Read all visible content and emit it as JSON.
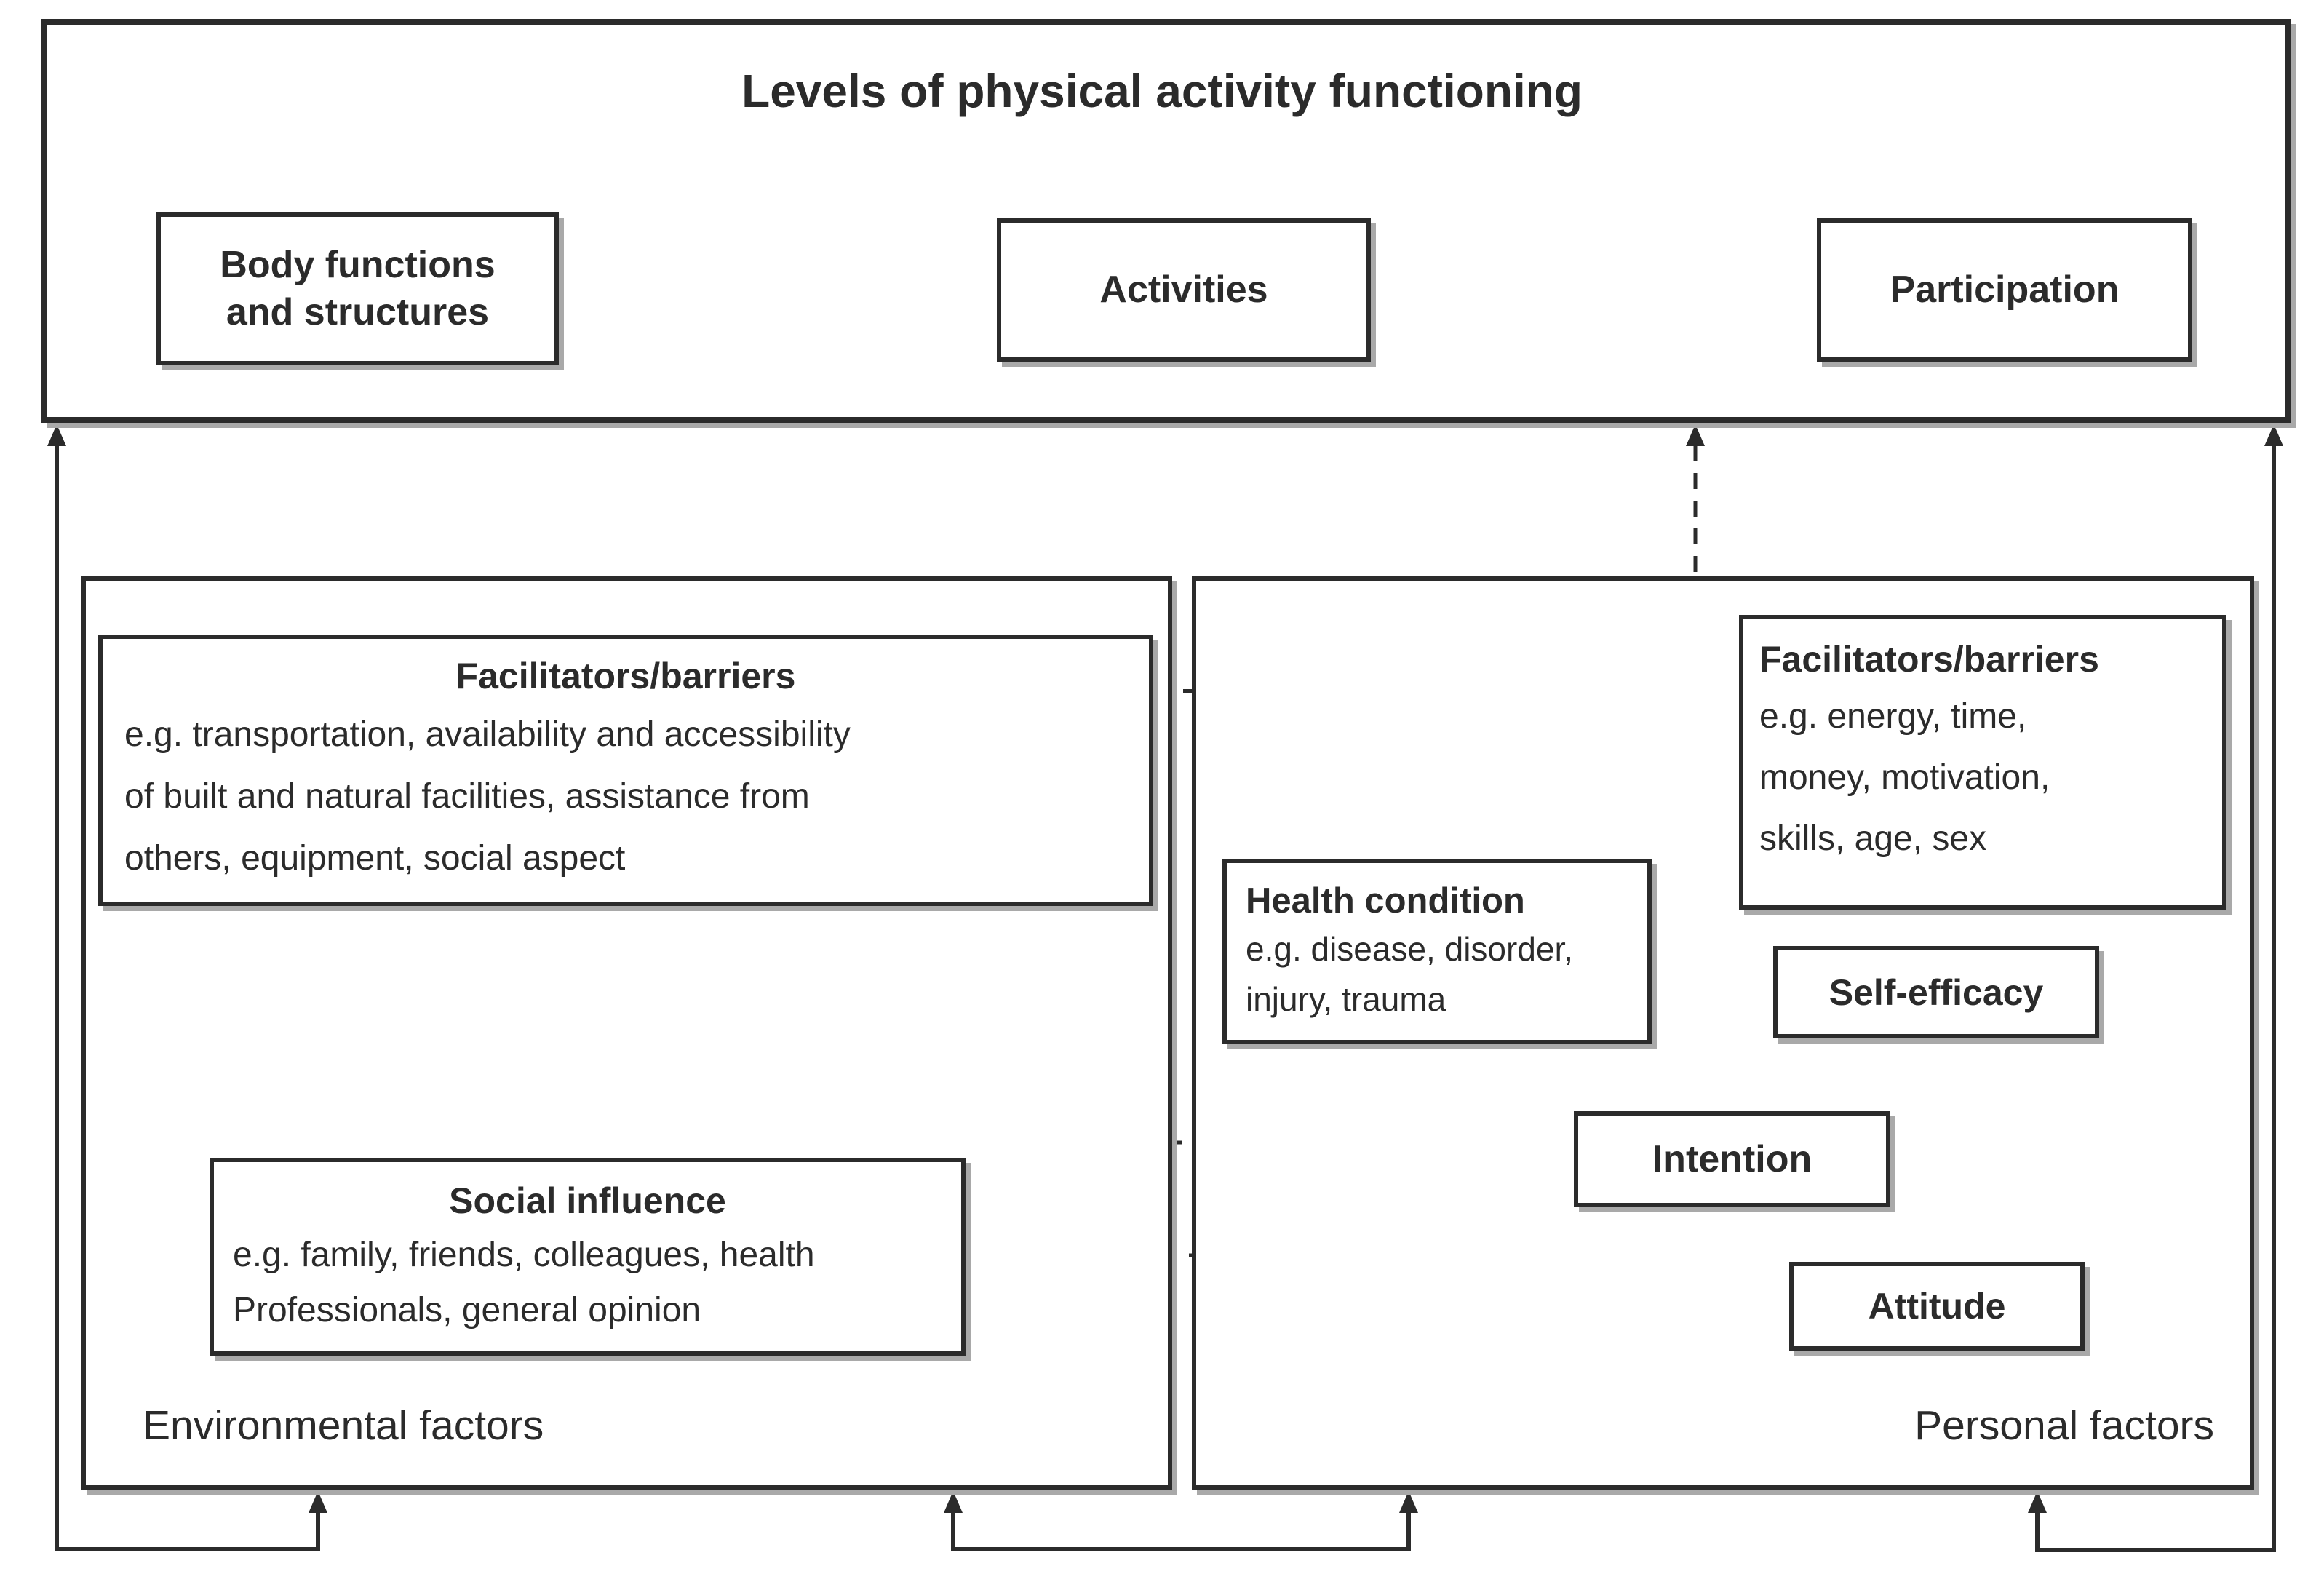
{
  "colors": {
    "ink": "#2b2b2b",
    "shadow": "#a9a9a9",
    "background": "#ffffff"
  },
  "top_panel": {
    "title": "Levels of physical activity functioning",
    "body_functions": {
      "line1": "Body functions",
      "line2": "and structures"
    },
    "activities": {
      "label": "Activities"
    },
    "participation": {
      "label": "Participation"
    }
  },
  "environmental": {
    "facilitators": {
      "title": "Facilitators/barriers",
      "line1": "e.g. transportation, availability and accessibility",
      "line2": "of built and natural facilities, assistance from",
      "line3": "others, equipment, social aspect"
    },
    "social_influence": {
      "title": "Social influence",
      "line1": "e.g. family, friends, colleagues, health",
      "line2": "Professionals, general opinion"
    },
    "caption": "Environmental factors"
  },
  "personal": {
    "facilitators": {
      "title": "Facilitators/barriers",
      "line1": "e.g. energy, time,",
      "line2": "money, motivation,",
      "line3": "skills, age, sex"
    },
    "health_condition": {
      "title": "Health condition",
      "line1": "e.g. disease, disorder,",
      "line2": "injury, trauma"
    },
    "self_efficacy": {
      "label": "Self-efficacy"
    },
    "intention": {
      "label": "Intention"
    },
    "attitude": {
      "label": "Attitude"
    },
    "caption": "Personal factors"
  }
}
